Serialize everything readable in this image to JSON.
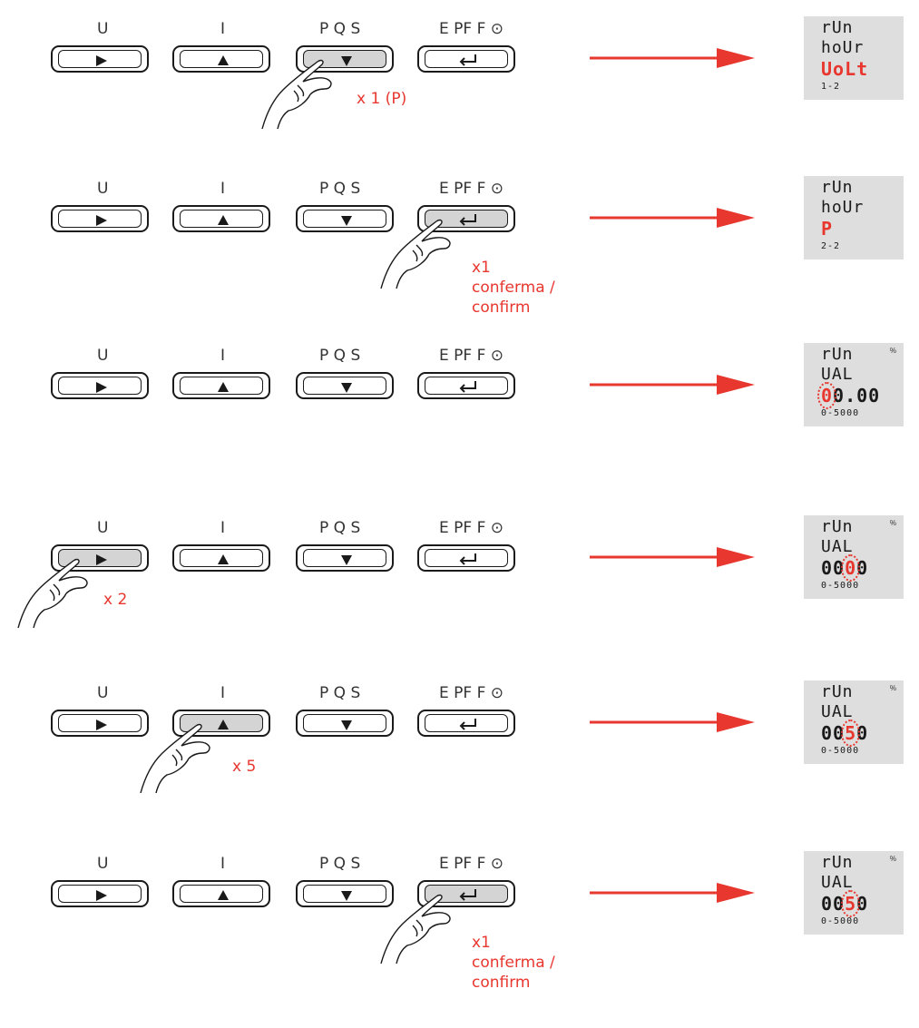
{
  "buttons": {
    "u_label": "U",
    "i_label": "I",
    "pqs_label": "P Q S",
    "epf_label": "E PF F ⊙"
  },
  "colors": {
    "accent": "#e8372f",
    "pressed": "#d4d4d4",
    "display_bg": "#dedede"
  },
  "steps": [
    {
      "pressed": "pqs",
      "note": [
        "x 1 (P)"
      ],
      "display": {
        "l1": "rUn",
        "l2": "hoUr",
        "l3": "UoLt",
        "l3_red": true,
        "l4": "1-2",
        "pct": ""
      }
    },
    {
      "pressed": "epf",
      "note": [
        "x1",
        "conferma /",
        "confirm"
      ],
      "display": {
        "l1": "rUn",
        "l2": "hoUr",
        "l3": "P",
        "l3_red": true,
        "l4": "2-2",
        "pct": ""
      }
    },
    {
      "pressed": "",
      "note": [],
      "display": {
        "l1": "rUn",
        "l2": "UAL",
        "l3_pre": "",
        "l3_blink": "0",
        "l3_post": "0.00",
        "l4": "0-5000",
        "pct": "%"
      }
    },
    {
      "pressed": "u",
      "note": [
        "x 2"
      ],
      "display": {
        "l1": "rUn",
        "l2": "UAL",
        "l3_pre": "00",
        "l3_blink": "0",
        "l3_post": "0",
        "l4": "0-5000",
        "pct": "%"
      }
    },
    {
      "pressed": "i",
      "note": [
        "x 5"
      ],
      "display": {
        "l1": "rUn",
        "l2": "UAL",
        "l3_pre": "00",
        "l3_blink": "5",
        "l3_post": "0",
        "l4": "0-5000",
        "pct": "%"
      }
    },
    {
      "pressed": "epf",
      "note": [
        "x1",
        "conferma /",
        "confirm"
      ],
      "display": {
        "l1": "rUn",
        "l2": "UAL",
        "l3_pre": "00",
        "l3_blink": "5",
        "l3_post": "0",
        "l4": "0-5000",
        "pct": "%"
      }
    }
  ]
}
